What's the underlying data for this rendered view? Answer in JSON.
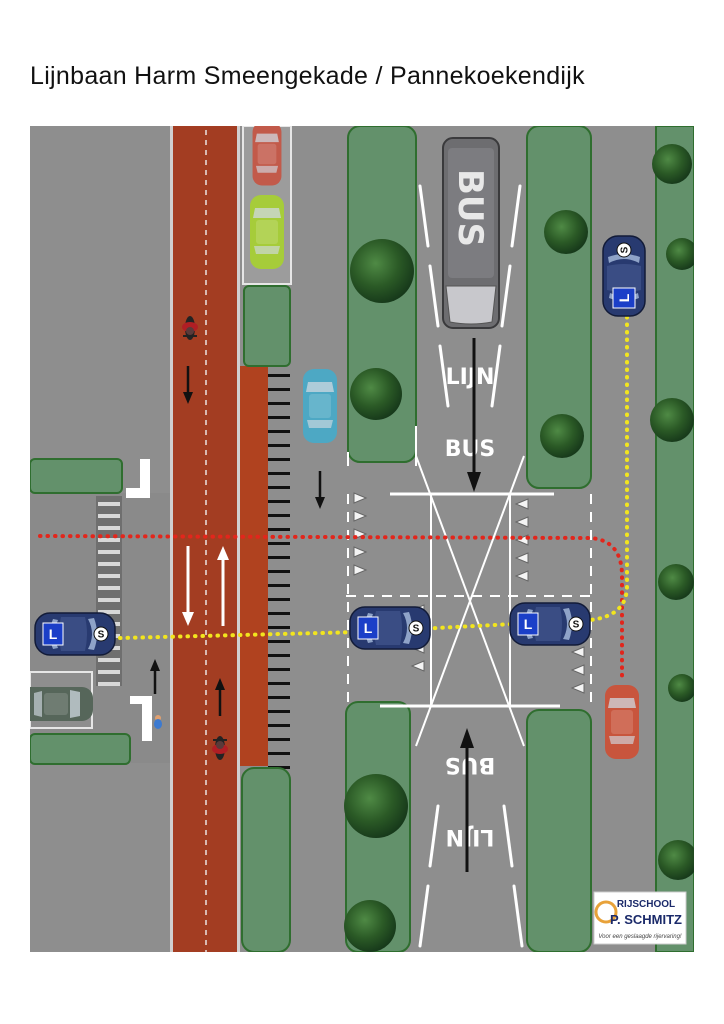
{
  "title": "Lijnbaan Harm Smeengekade / Pannekoekendijk",
  "road_markings": {
    "bus_roof": "BUS",
    "north_lijn": "LIJN",
    "north_bus": "BUS",
    "south_bus": "BUS",
    "south_lijn": "LIJN"
  },
  "vehicle_badges": {
    "learner_plate": "L",
    "school_emblem": "S"
  },
  "logo": {
    "line1": "RIJSCHOOL",
    "line2": "P. SCHMITZ",
    "tagline": "Voor een geslaagde rijervaring!"
  },
  "colors": {
    "asphalt": "#8e8e8e",
    "bike_path": "#a33d22",
    "grass": "#63916b",
    "grass_edge": "#2f6e2f",
    "red_route": "#e2261c",
    "yellow_route": "#f2e51e",
    "learner_car": "#283a70",
    "learner_plate": "#1b3fc8"
  }
}
